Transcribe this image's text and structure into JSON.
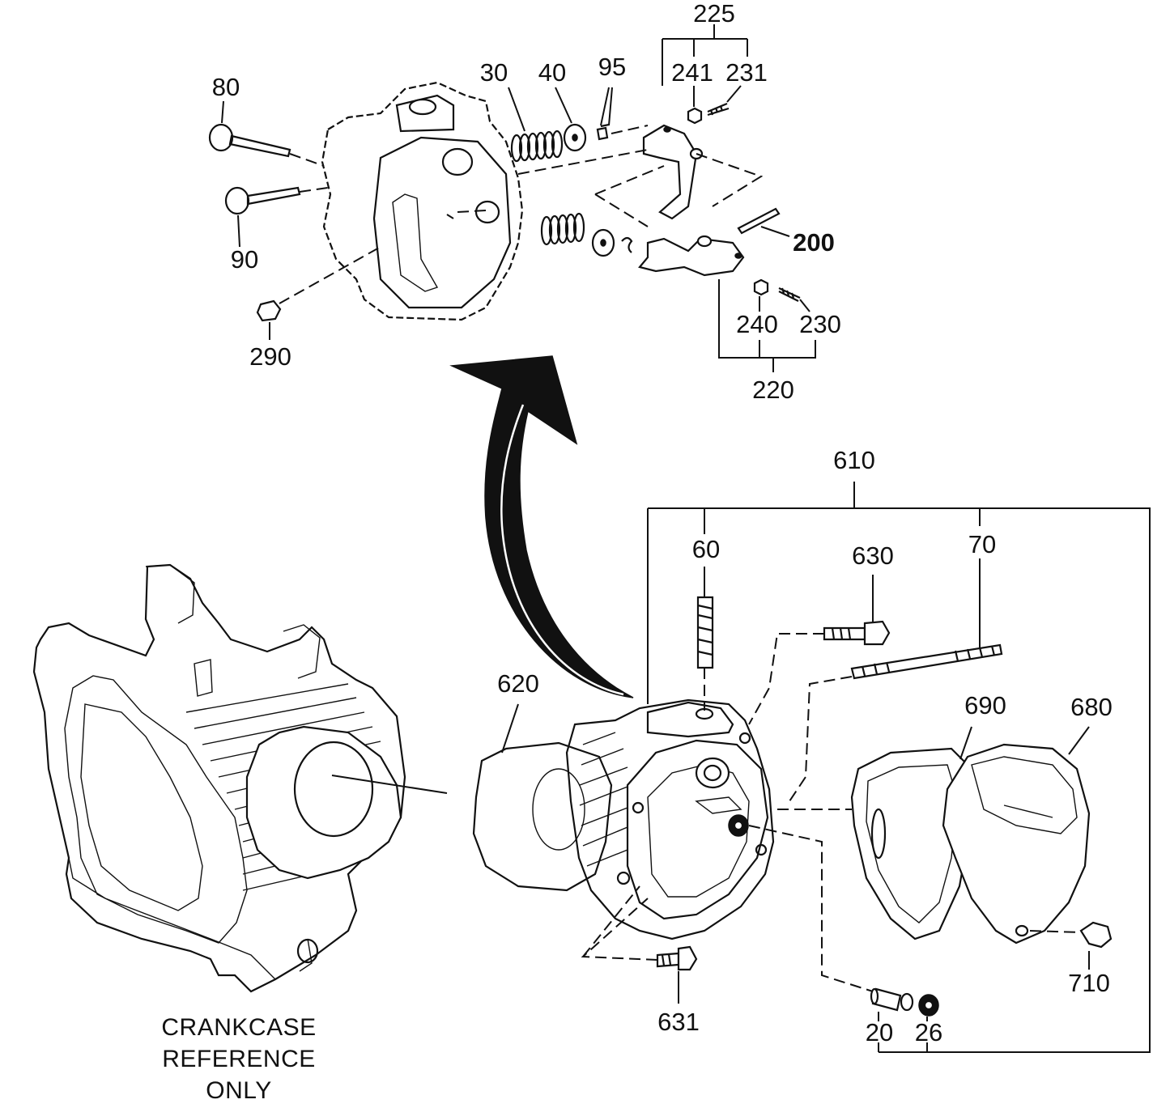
{
  "labels": {
    "p225": "225",
    "p241": "241",
    "p231": "231",
    "p80": "80",
    "p30": "30",
    "p40": "40",
    "p95": "95",
    "p90": "90",
    "p200": "200",
    "p240": "240",
    "p230": "230",
    "p290": "290",
    "p220": "220",
    "p610": "610",
    "p60": "60",
    "p630": "630",
    "p70": "70",
    "p620": "620",
    "p690": "690",
    "p680": "680",
    "p710": "710",
    "p631": "631",
    "p20": "20",
    "p26": "26"
  },
  "caption": {
    "line1": "CRANKCASE",
    "line2": "REFERENCE",
    "line3": "ONLY"
  }
}
